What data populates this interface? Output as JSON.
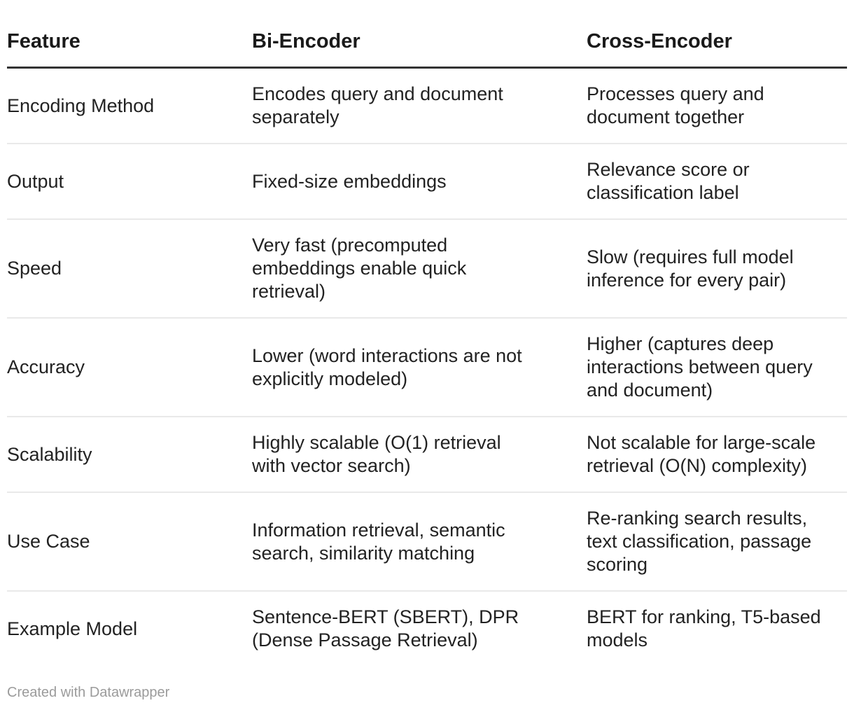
{
  "chart_data": {
    "type": "table",
    "columns": [
      "Feature",
      "Bi-Encoder",
      "Cross-Encoder"
    ],
    "rows": [
      [
        "Encoding Method",
        "Encodes query and document\nseparately",
        "Processes query and\ndocument together"
      ],
      [
        "Output",
        "Fixed-size embeddings",
        "Relevance score or\nclassification label"
      ],
      [
        "Speed",
        "Very fast (precomputed\nembeddings enable quick\nretrieval)",
        "Slow (requires full model\ninference for every pair)"
      ],
      [
        "Accuracy",
        "Lower (word interactions are not\nexplicitly modeled)",
        "Higher (captures deep\ninteractions between query\nand document)"
      ],
      [
        "Scalability",
        "Highly scalable (O(1) retrieval\nwith vector search)",
        "Not scalable for large-scale\nretrieval (O(N) complexity)"
      ],
      [
        "Use Case",
        "Information retrieval, semantic\nsearch, similarity matching",
        "Re-ranking search results,\ntext classification, passage\nscoring"
      ],
      [
        "Example Model",
        "Sentence-BERT (SBERT), DPR\n(Dense Passage Retrieval)",
        "BERT for ranking, T5-based\nmodels"
      ]
    ],
    "title": "",
    "legend": null,
    "grid": "horizontal-rules"
  },
  "footer": {
    "attribution": "Created with Datawrapper"
  },
  "colors": {
    "header_text": "#1a1a1a",
    "body_text": "#222222",
    "header_rule": "#333333",
    "row_separator": "#e9e9e9",
    "attribution_text": "#9b9b9b",
    "background": "#ffffff"
  }
}
